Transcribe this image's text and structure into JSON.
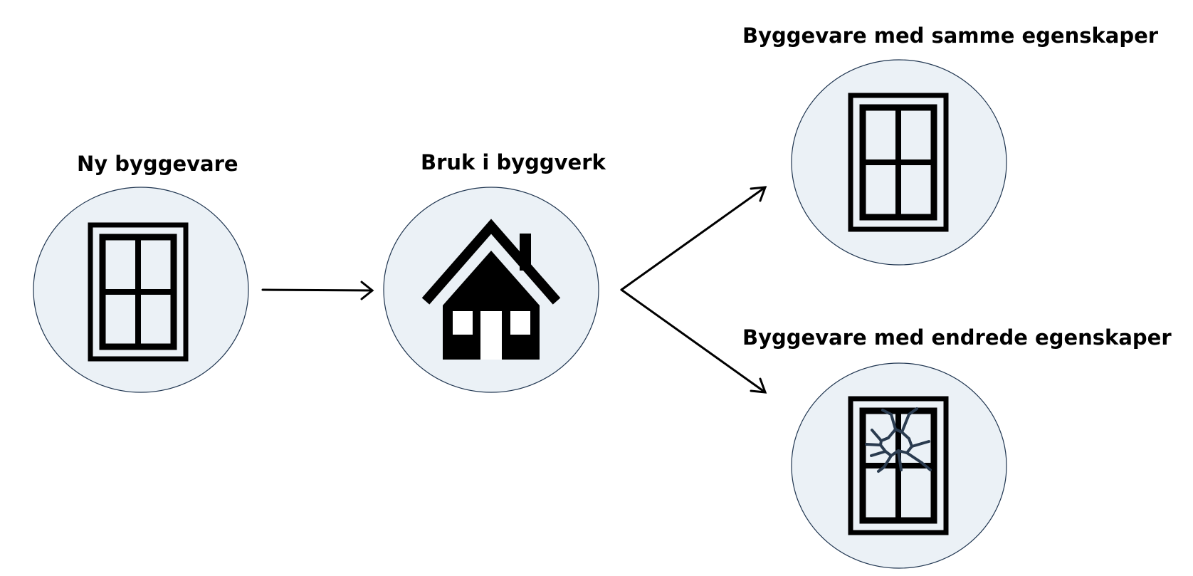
{
  "nodes": {
    "new_product": {
      "label": "Ny byggevare",
      "icon": "window-icon"
    },
    "use_in_building": {
      "label": "Bruk i byggverk",
      "icon": "house-icon"
    },
    "same_properties": {
      "label": "Byggevare med samme egenskaper",
      "icon": "window-icon"
    },
    "changed_properties": {
      "label": "Byggevare med endrede egenskaper",
      "icon": "broken-window-icon"
    }
  },
  "edges": [
    {
      "from": "new_product",
      "to": "use_in_building"
    },
    {
      "from": "use_in_building",
      "to": "same_properties"
    },
    {
      "from": "use_in_building",
      "to": "changed_properties"
    }
  ],
  "colors": {
    "circle_fill": "#ebf1f6",
    "circle_stroke": "#1f3550",
    "icon": "#000000",
    "crack": "#2a3b4f",
    "arrow": "#000000"
  }
}
